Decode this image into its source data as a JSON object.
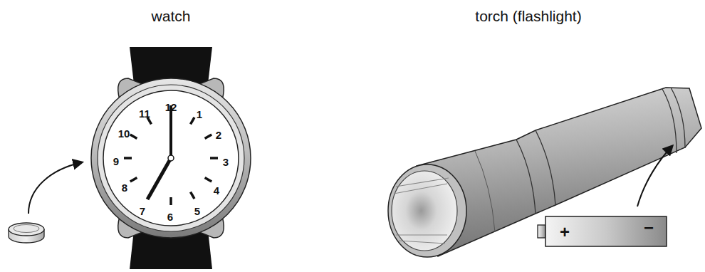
{
  "diagram": {
    "labels": [
      "watch",
      "torch (flashlight)",
      "12",
      "1",
      "2",
      "3",
      "4",
      "5",
      "6",
      "7",
      "8",
      "9",
      "10",
      "11",
      "+",
      "−"
    ]
  }
}
